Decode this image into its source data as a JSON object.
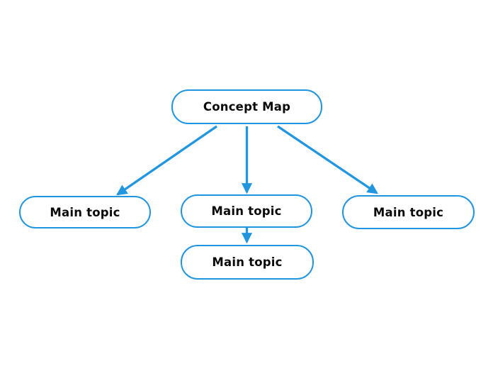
{
  "diagram": {
    "type": "concept-map",
    "nodes": [
      {
        "id": "root",
        "label": "Concept Map"
      },
      {
        "id": "main-1",
        "label": "Main topic"
      },
      {
        "id": "main-2",
        "label": "Main topic"
      },
      {
        "id": "main-3",
        "label": "Main topic"
      },
      {
        "id": "main-4",
        "label": "Main topic"
      }
    ],
    "edges": [
      {
        "from": "root",
        "to": "main-1"
      },
      {
        "from": "root",
        "to": "main-2"
      },
      {
        "from": "root",
        "to": "main-3"
      },
      {
        "from": "main-2",
        "to": "main-4"
      }
    ],
    "colors": {
      "accent": "#2196e0",
      "node_fill": "#ffffff",
      "label_text": "#0b0b0b",
      "background": "#ffffff"
    }
  }
}
